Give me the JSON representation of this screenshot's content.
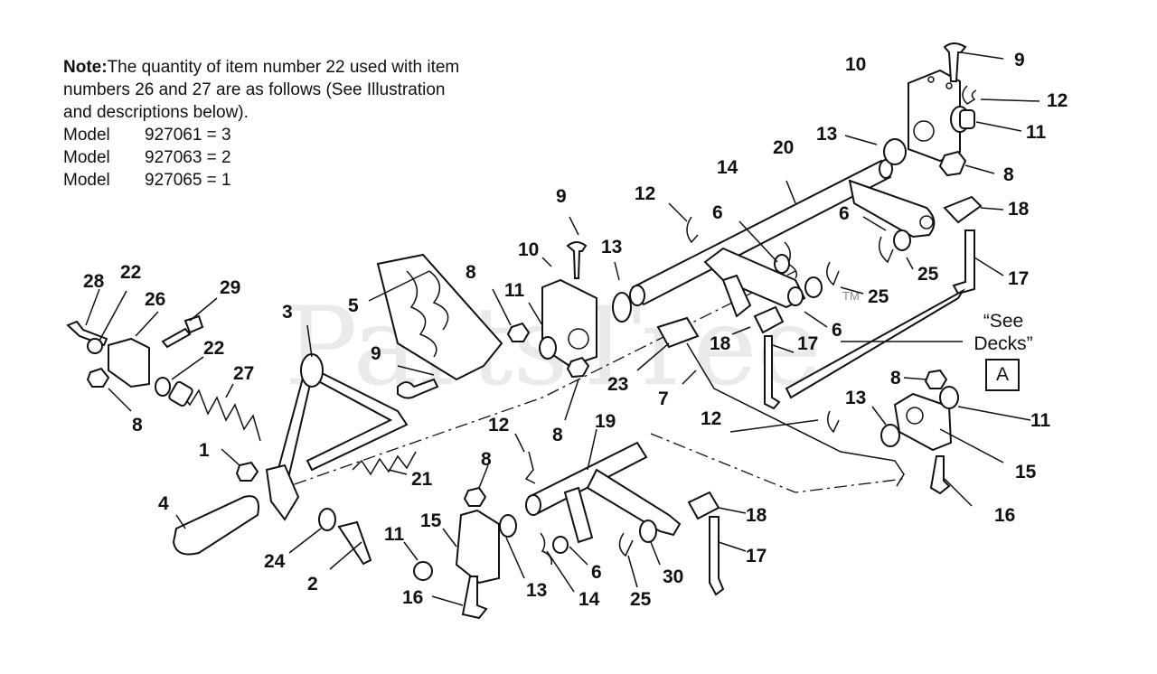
{
  "note": {
    "prefix": "Note:",
    "text_line1": "The quantity of item number 22 used with item",
    "text_line2": "numbers 26 and 27 are as follows (See Illustration",
    "text_line3": "and descriptions below).",
    "models": [
      {
        "label": "Model",
        "value": "927061 = 3"
      },
      {
        "label": "Model",
        "value": "927063 = 2"
      },
      {
        "label": "Model",
        "value": "927065 = 1"
      }
    ]
  },
  "see_decks": {
    "line1": "“See",
    "line2": "Decks”",
    "box": "A"
  },
  "watermark": "PartsTree",
  "trademark": "TM",
  "callouts": [
    "9",
    "10",
    "12",
    "11",
    "8",
    "13",
    "20",
    "14",
    "6",
    "18",
    "6",
    "25",
    "17",
    "25",
    "6",
    "9",
    "12",
    "10",
    "13",
    "8",
    "11",
    "5",
    "3",
    "28",
    "22",
    "26",
    "29",
    "22",
    "27",
    "8",
    "9",
    "18",
    "17",
    "23",
    "7",
    "8",
    "8",
    "13",
    "11",
    "12",
    "19",
    "12",
    "21",
    "1",
    "4",
    "24",
    "2",
    "8",
    "15",
    "11",
    "16",
    "13",
    "14",
    "6",
    "25",
    "30",
    "18",
    "17",
    "15",
    "16"
  ]
}
